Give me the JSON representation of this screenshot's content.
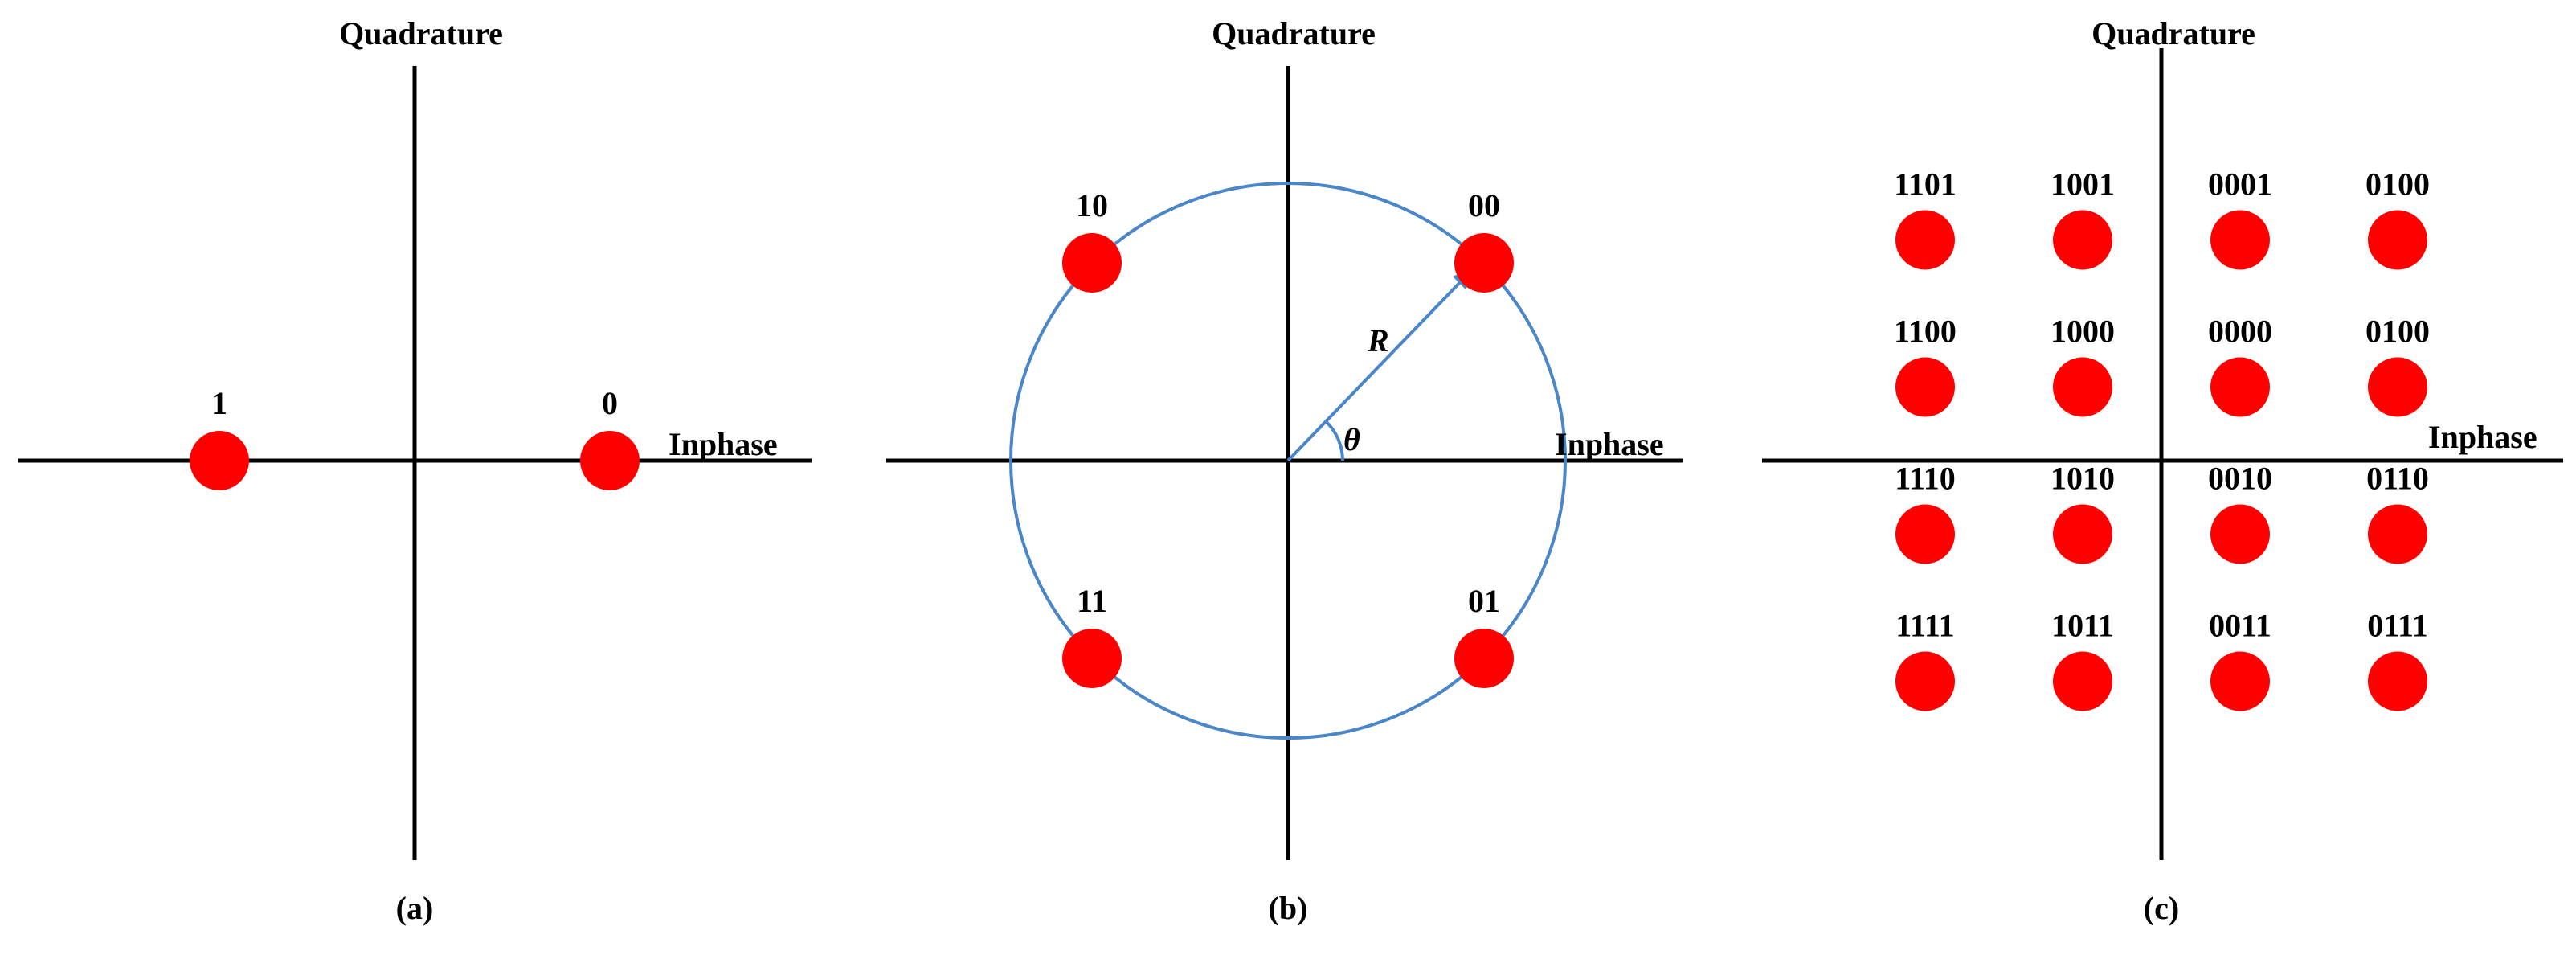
{
  "colors": {
    "point": "#ff0000",
    "circle": "#4a86c8",
    "axis": "#000000"
  },
  "panels": [
    {
      "caption": "(a)",
      "y_axis_label": "Quadrature",
      "x_axis_label": "Inphase",
      "points": [
        {
          "label": "1",
          "i": -1,
          "q": 0
        },
        {
          "label": "0",
          "i": 1,
          "q": 0
        }
      ]
    },
    {
      "caption": "(b)",
      "y_axis_label": "Quadrature",
      "x_axis_label": "Inphase",
      "radius_label": "R",
      "angle_label": "θ",
      "points": [
        {
          "label": "10",
          "i": -1,
          "q": 1
        },
        {
          "label": "00",
          "i": 1,
          "q": 1
        },
        {
          "label": "11",
          "i": -1,
          "q": -1
        },
        {
          "label": "01",
          "i": 1,
          "q": -1
        }
      ]
    },
    {
      "caption": "(c)",
      "y_axis_label": "Quadrature",
      "x_axis_label": "Inphase",
      "points": [
        {
          "label": "1101",
          "i": -3,
          "q": 3
        },
        {
          "label": "1001",
          "i": -1,
          "q": 3
        },
        {
          "label": "0001",
          "i": 1,
          "q": 3
        },
        {
          "label": "0100",
          "i": 3,
          "q": 3
        },
        {
          "label": "1100",
          "i": -3,
          "q": 1
        },
        {
          "label": "1000",
          "i": -1,
          "q": 1
        },
        {
          "label": "0000",
          "i": 1,
          "q": 1
        },
        {
          "label": "0100",
          "i": 3,
          "q": 1
        },
        {
          "label": "1110",
          "i": -3,
          "q": -1
        },
        {
          "label": "1010",
          "i": -1,
          "q": -1
        },
        {
          "label": "0010",
          "i": 1,
          "q": -1
        },
        {
          "label": "0110",
          "i": 3,
          "q": -1
        },
        {
          "label": "1111",
          "i": -3,
          "q": -3
        },
        {
          "label": "1011",
          "i": -1,
          "q": -3
        },
        {
          "label": "0011",
          "i": 1,
          "q": -3
        },
        {
          "label": "0111",
          "i": 3,
          "q": -3
        }
      ]
    }
  ]
}
